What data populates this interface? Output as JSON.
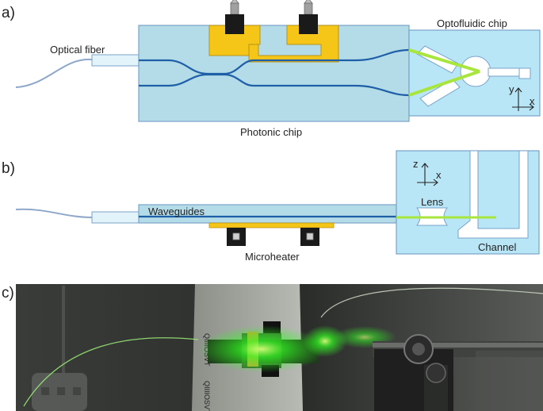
{
  "panels": {
    "a": {
      "label": "a)",
      "labels": {
        "fiber": "Optical fiber",
        "photonic_chip": "Photonic chip",
        "optofluidic_chip": "Optofluidic chip",
        "axis_y": "y",
        "axis_x": "x"
      }
    },
    "b": {
      "label": "b)",
      "labels": {
        "waveguides": "Waveguides",
        "microheater": "Microheater",
        "lens": "Lens",
        "channel": "Channel",
        "axis_z": "z",
        "axis_x": "x"
      }
    },
    "c": {
      "label": "c)",
      "photo_text": [
        "QIIIIOSVT",
        "QIIIIOSVT"
      ]
    }
  },
  "colors": {
    "chip_fill": "#b3dbe8",
    "chip_stroke": "#7aa3c9",
    "optofluidic_fill": "#b8e6f7",
    "waveguide": "#1f5fa8",
    "heater": "#f5c518",
    "heater_stroke": "#b8941a",
    "contact": "#1a1a1a",
    "pin": "#8f8f8f",
    "fiber": "#8fa7c9",
    "green_light": "#a8e63d",
    "photo_bg": "#2f312f",
    "photo_glow": "#33ff22"
  }
}
